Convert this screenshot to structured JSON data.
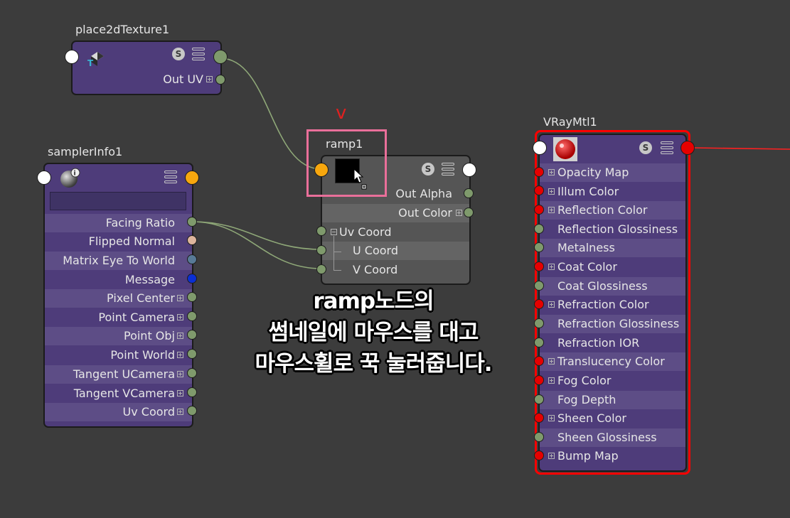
{
  "nodes": {
    "place2d": {
      "title": "place2dTexture1",
      "out_uv": "Out UV"
    },
    "sampler": {
      "title": "samplerInfo1",
      "attrs": [
        "Facing Ratio",
        "Flipped Normal",
        "Matrix Eye To World",
        "Message",
        "Pixel Center",
        "Point Camera",
        "Point Obj",
        "Point World",
        "Tangent UCamera",
        "Tangent VCamera",
        "Uv Coord"
      ]
    },
    "ramp": {
      "title": "ramp1",
      "out_alpha": "Out Alpha",
      "out_color": "Out Color",
      "uv_coord": "Uv Coord",
      "u_coord": "U Coord",
      "v_coord": "V Coord"
    },
    "vray": {
      "title": "VRayMtl1",
      "attrs": [
        "Opacity Map",
        "Illum Color",
        "Reflection Color",
        "Reflection Glossiness",
        "Metalness",
        "Coat Color",
        "Coat Glossiness",
        "Refraction Color",
        "Refraction Glossiness",
        "Refraction IOR",
        "Translucency Color",
        "Fog Color",
        "Fog Depth",
        "Sheen Color",
        "Sheen Glossiness",
        "Bump Map"
      ]
    }
  },
  "icons": {
    "swatch": "s-icon",
    "menu": "hamburger-icon"
  },
  "annotation": {
    "mark": "v",
    "caption": [
      "ramp노드의",
      "썸네일에 마우스를 대고",
      "마우스휠로 꾹 눌러줍니다."
    ],
    "colors": {
      "highlight_box": "#ea6f9a",
      "mark": "#e02020",
      "selection": "#ff0000"
    }
  }
}
